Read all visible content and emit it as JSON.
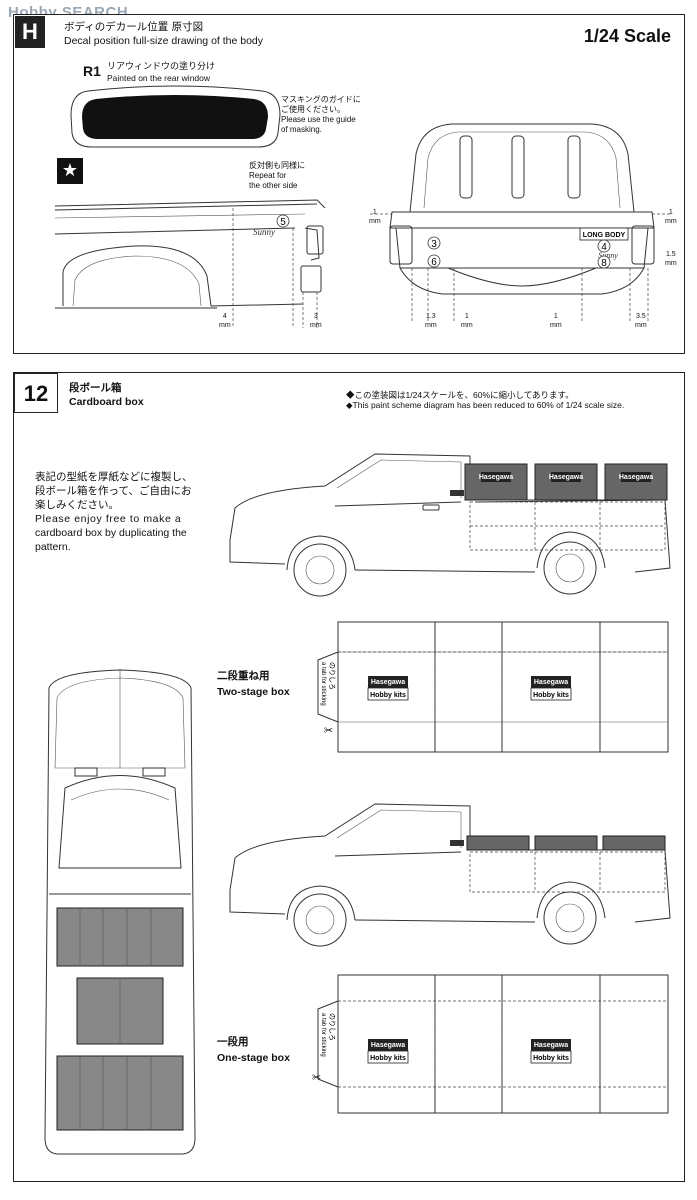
{
  "watermark": "Hobby SEARCH",
  "top": {
    "header_jp": "ボディのデカール位置 原寸図",
    "header_en": "Decal position full-size drawing of the body",
    "scale": "1/24 Scale",
    "r1_tag": "R1",
    "r1_jp": "リアウィンドウの塗り分け",
    "r1_en": "Painted on the rear window",
    "masking_jp1": "マスキングのガイドに",
    "masking_jp2": "ご使用ください。",
    "masking_en1": "Please use the guide",
    "masking_en2": "of masking.",
    "repeat_jp": "反対側も同様に",
    "repeat_en1": "Repeat for",
    "repeat_en2": "the other side",
    "callouts": [
      "5",
      "3",
      "6",
      "4",
      "8"
    ],
    "plate_text": "LONG BODY",
    "badge_text": "Sunny",
    "dims": {
      "d1_value": "1",
      "d1_unit": "mm",
      "d4_value": "4",
      "d4_unit": "mm",
      "d3_value": "3",
      "d3_unit": "mm",
      "d13_value": "1.3",
      "d13_unit": "mm",
      "d1b_value": "1",
      "d1b_unit": "mm",
      "d1c_value": "1",
      "d1c_unit": "mm",
      "d35_value": "3.5",
      "d35_unit": "mm",
      "d15_value": "1.5",
      "d15_unit": "mm",
      "d1r_value": "1",
      "d1r_unit": "mm"
    }
  },
  "step": {
    "number": "12",
    "title_jp": "段ボール箱",
    "title_en": "Cardboard box",
    "note1": "◆この塗装図は1/24スケールを、60%に縮小してあります。",
    "note2": "◆This paint scheme diagram has been reduced to 60% of 1/24 scale size.",
    "desc_jp1": "表記の型紙を厚紙などに複製し、",
    "desc_jp2": "段ボール箱を作って、ご自由にお",
    "desc_jp3": "楽しみください。",
    "desc_en1": "Please enjoy free to make a",
    "desc_en2": "cardboard box by duplicating the",
    "desc_en3": "pattern.",
    "two_stage_jp": "二段重ね用",
    "two_stage_en": "Two-stage box",
    "one_stage_jp": "一段用",
    "one_stage_en": "One-stage box",
    "tab_jp": "のりしろ",
    "tab_en": "a tab for sticking",
    "box_brand": "Hasegawa",
    "box_label": "Hobby kits"
  }
}
